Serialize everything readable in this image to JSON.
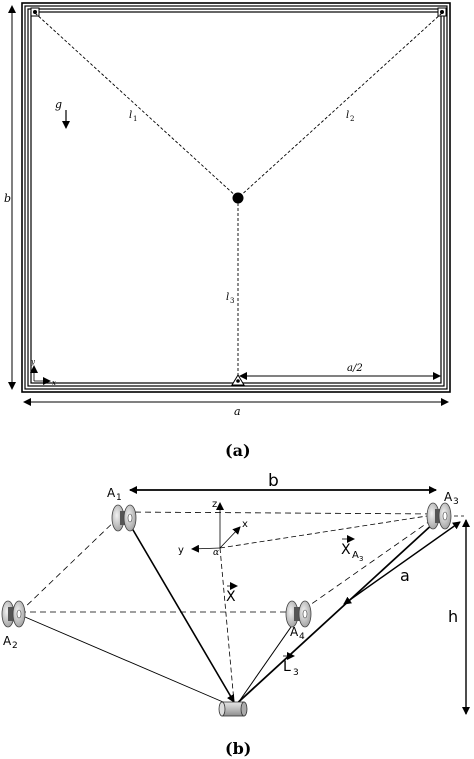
{
  "panel_a": {
    "caption": "(a)",
    "labels": {
      "g": "g",
      "l1": "l",
      "l1_sub": "1",
      "l2": "l",
      "l2_sub": "2",
      "l3": "l",
      "l3_sub": "3",
      "b": "b",
      "a": "a",
      "a_half": "a/2",
      "axis_x": "x",
      "axis_y": "y"
    }
  },
  "panel_b": {
    "caption": "(b)",
    "labels": {
      "b": "b",
      "a": "a",
      "h": "h",
      "A1": "A",
      "A1_sub": "1",
      "A2": "A",
      "A2_sub": "2",
      "A3": "A",
      "A3_sub": "3",
      "A4": "A",
      "A4_sub": "4",
      "z": "z",
      "x": "x",
      "y": "y",
      "alpha": "α",
      "vec_x": "X",
      "vec_xa3": "X",
      "vec_xa3_sub": "A",
      "vec_xa3_subsub": "3",
      "vec_l3": "L",
      "vec_l3_sub": "3"
    }
  }
}
